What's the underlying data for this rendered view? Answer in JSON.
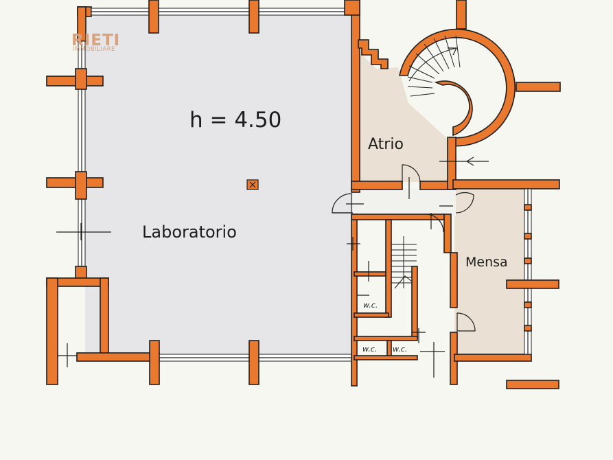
{
  "logo": {
    "brand": "RIETI",
    "subtitle": "IMMOBILIARE"
  },
  "plan": {
    "height_label": "h = 4.50",
    "rooms": {
      "laboratorio": "Laboratorio",
      "atrio": "Atrio",
      "mensa": "Mensa",
      "wc1": "w.c.",
      "wc2": "w.c.",
      "wc3": "w.c."
    }
  },
  "colors": {
    "wall": "#e8792f",
    "outline": "#1e1e1e",
    "laboratorio_floor": "#e6e6e8",
    "atrio_floor": "#eae1d4",
    "mensa_floor": "#eae1d4",
    "background": "#f7f7f2"
  },
  "icons": {
    "center_marker": "crossed-box-icon"
  }
}
